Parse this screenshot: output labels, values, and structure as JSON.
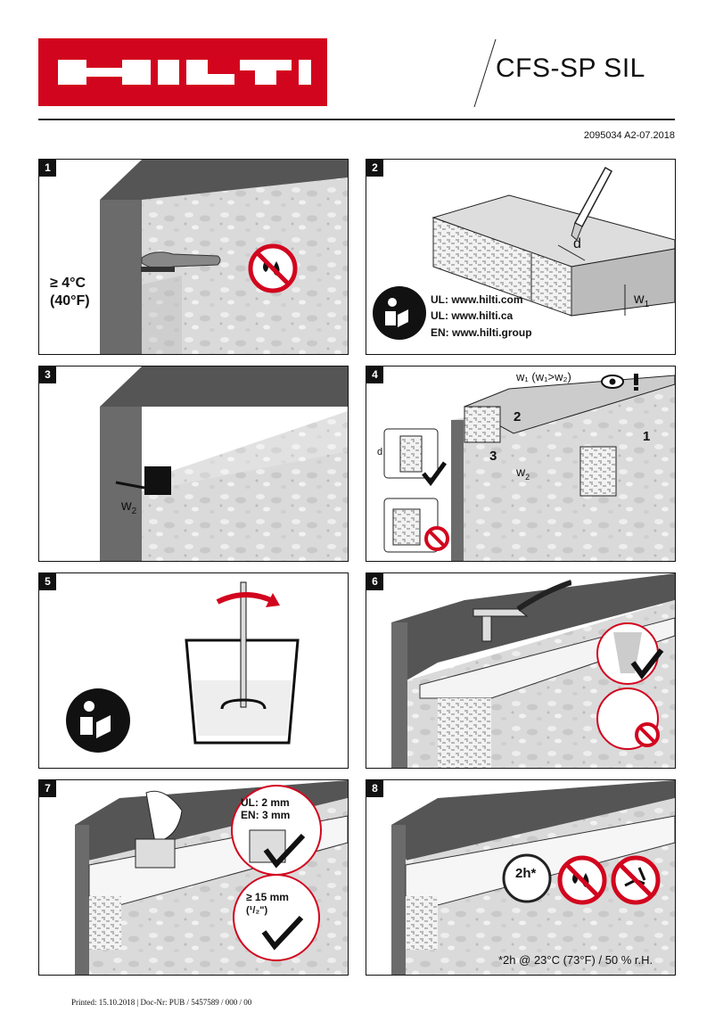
{
  "header": {
    "brand": "HILTI",
    "product": "CFS-SP SIL",
    "doc_number": "2095034 A2-07.2018"
  },
  "colors": {
    "brand_red": "#d2051e",
    "wall_grey": "#6b6b6b",
    "concrete": "#d9d9d9"
  },
  "steps": [
    {
      "number": "1",
      "temp_line1": "≥ 4°C",
      "temp_line2": "(40°F)",
      "icons": [
        "brush-icon",
        "no-water-icon"
      ]
    },
    {
      "number": "2",
      "label_d": "d",
      "label_w1": "w",
      "label_w1_sub": "1",
      "links": [
        "UL: www.hilti.com",
        "UL: www.hilti.ca",
        "EN: www.hilti.group"
      ],
      "icons": [
        "knife-icon",
        "read-manual-icon"
      ]
    },
    {
      "number": "3",
      "label_w2": "w",
      "label_w2_sub": "2",
      "icons": [
        "tape-measure-icon"
      ]
    },
    {
      "number": "4",
      "rule_text": "w₁ (w₁>w₂)",
      "seq": [
        "1",
        "2",
        "3"
      ],
      "label_d": "d",
      "label_w2": "w",
      "label_w2_sub": "2",
      "icons": [
        "inspect-eye-icon",
        "check-icon",
        "prohibited-icon"
      ]
    },
    {
      "number": "5",
      "icons": [
        "read-manual-icon",
        "mixing-paddle-icon",
        "rotate-arrow-icon"
      ]
    },
    {
      "number": "6",
      "icons": [
        "spray-gun-icon",
        "check-icon",
        "prohibited-icon"
      ]
    },
    {
      "number": "7",
      "thickness_line1": "UL: 2 mm",
      "thickness_line2": "EN: 3 mm",
      "overlap_line1": "≥ 15 mm",
      "overlap_line2": "(¹/₂\")",
      "icons": [
        "gauge-card-icon",
        "check-icon"
      ]
    },
    {
      "number": "8",
      "cure_time": "2h*",
      "footnote": "*2h @ 23°C (73°F) / 50 % r.H.",
      "icons": [
        "clock-icon",
        "no-water-icon",
        "no-stress-icon"
      ]
    }
  ],
  "footer": {
    "printed": "Printed: 15.10.2018 | Doc-Nr: PUB / 5457589 / 000 / 00"
  }
}
